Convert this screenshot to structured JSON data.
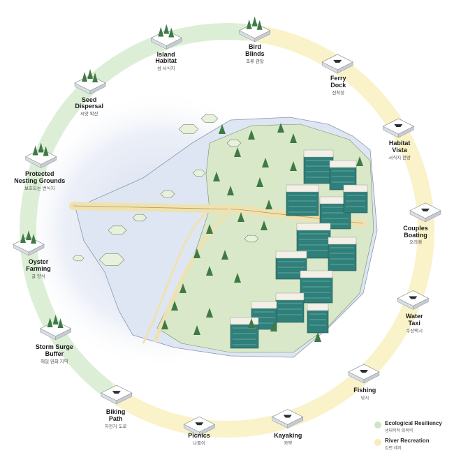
{
  "diagram": {
    "items": [
      {
        "en": "Bird\nBlinds",
        "ko": "조류 관찰",
        "category": "ecological"
      },
      {
        "en": "Ferry\nDock",
        "ko": "선착장",
        "category": "recreation"
      },
      {
        "en": "Habitat\nVista",
        "ko": "서식지 전망",
        "category": "recreation"
      },
      {
        "en": "Couples\nBoating",
        "ko": "오리배",
        "category": "recreation"
      },
      {
        "en": "Water\nTaxi",
        "ko": "수상택시",
        "category": "recreation"
      },
      {
        "en": "Fishing",
        "ko": "낚시",
        "category": "recreation"
      },
      {
        "en": "Kayaking",
        "ko": "카약",
        "category": "recreation"
      },
      {
        "en": "Picnics",
        "ko": "나들이",
        "category": "recreation"
      },
      {
        "en": "Biking\nPath",
        "ko": "자전거 도로",
        "category": "recreation"
      },
      {
        "en": "Storm Surge\nBuffer",
        "ko": "해일 완화 지역",
        "category": "ecological"
      },
      {
        "en": "Oyster\nFarming",
        "ko": "굴 양식",
        "category": "ecological"
      },
      {
        "en": "Protected\nNesting Grounds",
        "ko": "보호되는 번식지",
        "category": "ecological"
      },
      {
        "en": "Seed\nDispersal",
        "ko": "씨앗 확산",
        "category": "ecological"
      },
      {
        "en": "Island\nHabitat",
        "ko": "섬 서식지",
        "category": "ecological"
      }
    ]
  },
  "legend": [
    {
      "en": "Ecological Resiliency",
      "ko": "생태학적 회복력",
      "color": "#cde6c4"
    },
    {
      "en": "River Recreation",
      "ko": "강변 레저",
      "color": "#f7ecb5"
    }
  ],
  "colors": {
    "ecological": "#dcefd6",
    "recreation": "#faf2c8",
    "water": "#dde6f2",
    "tree": "#3f7a45",
    "building": "#2f7f7a",
    "roof": "#f3f0e8",
    "path": "#efe2b2"
  }
}
